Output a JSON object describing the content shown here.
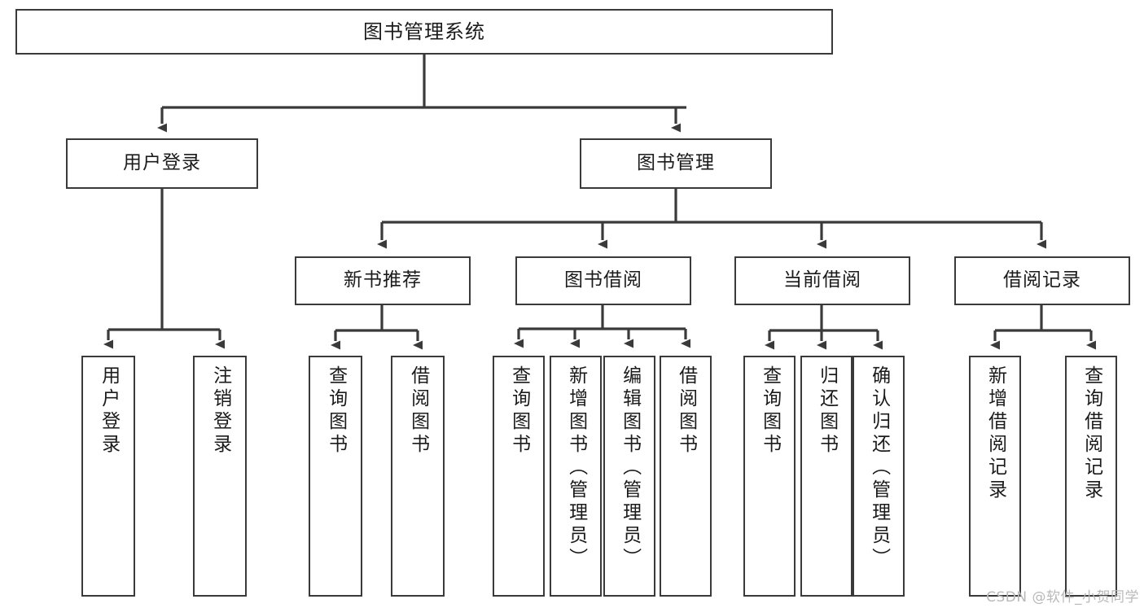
{
  "diagram": {
    "title": "图书管理系统",
    "type": "hierarchy-tree",
    "levels": 4,
    "nodes": {
      "root": {
        "label": "图书管理系统"
      },
      "level2": [
        {
          "id": "user-login",
          "label": "用户登录"
        },
        {
          "id": "book-manage",
          "label": "图书管理"
        }
      ],
      "level3": [
        {
          "id": "new-book-recommend",
          "label": "新书推荐",
          "parent": "book-manage"
        },
        {
          "id": "book-borrow",
          "label": "图书借阅",
          "parent": "book-manage"
        },
        {
          "id": "current-borrow",
          "label": "当前借阅",
          "parent": "book-manage"
        },
        {
          "id": "borrow-record",
          "label": "借阅记录",
          "parent": "book-manage"
        }
      ],
      "leaves": [
        {
          "id": "leaf-user-login",
          "label": "用户登录",
          "parent": "user-login"
        },
        {
          "id": "leaf-user-logout",
          "label": "注销登录",
          "parent": "user-login"
        },
        {
          "id": "leaf-query-book-1",
          "label": "查询图书",
          "parent": "new-book-recommend"
        },
        {
          "id": "leaf-borrow-book-1",
          "label": "借阅图书",
          "parent": "new-book-recommend"
        },
        {
          "id": "leaf-query-book-2",
          "label": "查询图书",
          "parent": "book-borrow"
        },
        {
          "id": "leaf-add-book",
          "label": "新增图书（管理员）",
          "parent": "book-borrow"
        },
        {
          "id": "leaf-edit-book",
          "label": "编辑图书（管理员）",
          "parent": "book-borrow"
        },
        {
          "id": "leaf-borrow-book-2",
          "label": "借阅图书",
          "parent": "book-borrow"
        },
        {
          "id": "leaf-query-book-3",
          "label": "查询图书",
          "parent": "current-borrow"
        },
        {
          "id": "leaf-return-book",
          "label": "归还图书",
          "parent": "current-borrow"
        },
        {
          "id": "leaf-confirm-return",
          "label": "确认归还（管理员）",
          "parent": "current-borrow"
        },
        {
          "id": "leaf-add-record",
          "label": "新增借阅记录",
          "parent": "borrow-record"
        },
        {
          "id": "leaf-query-record",
          "label": "查询借阅记录",
          "parent": "borrow-record"
        }
      ]
    },
    "colors": {
      "stroke": "#3a3a3a",
      "fill": "#ffffff",
      "text": "#1b1b1b",
      "watermark": "#b9b9b9"
    }
  },
  "watermark": {
    "text": "CSDN @软件_小贺同学"
  }
}
